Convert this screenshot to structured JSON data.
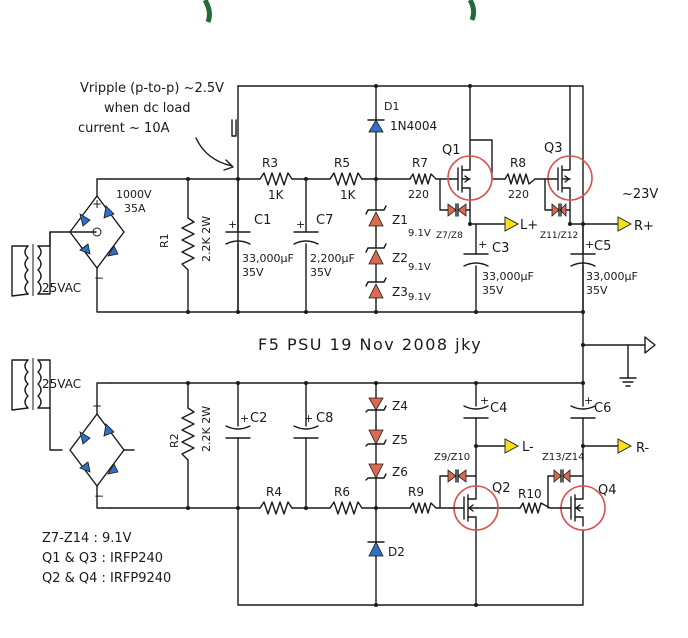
{
  "title": "F5 PSU 19 Nov 2008 jky",
  "annotation": {
    "line1": "Vripple (p-to-p) ~2.5V",
    "line2": "when dc load",
    "line3": "current ~ 10A"
  },
  "output_voltage": "~23V",
  "transformers": {
    "t1": "25VAC",
    "t2": "25VAC"
  },
  "bridge": {
    "rating1": "1000V",
    "rating2": "35A"
  },
  "resistors": {
    "R1": {
      "name": "R1",
      "value": "2.2K 2W"
    },
    "R2": {
      "name": "R2",
      "value": "2.2K 2W"
    },
    "R3": {
      "name": "R3",
      "value": "1K"
    },
    "R4": {
      "name": "R4"
    },
    "R5": {
      "name": "R5",
      "value": "1K"
    },
    "R6": {
      "name": "R6"
    },
    "R7": {
      "name": "R7",
      "value": "220"
    },
    "R8": {
      "name": "R8",
      "value": "220"
    },
    "R9": {
      "name": "R9"
    },
    "R10": {
      "name": "R10"
    }
  },
  "capacitors": {
    "C1": {
      "name": "C1",
      "value": "33,000µF",
      "voltage": "35V"
    },
    "C2": {
      "name": "C2"
    },
    "C3": {
      "name": "C3",
      "value": "33,000µF",
      "voltage": "35V"
    },
    "C4": {
      "name": "C4"
    },
    "C5": {
      "name": "C5",
      "value": "33,000µF",
      "voltage": "35V"
    },
    "C6": {
      "name": "C6"
    },
    "C7": {
      "name": "C7",
      "value": "2,200µF",
      "voltage": "35V"
    },
    "C8": {
      "name": "C8"
    }
  },
  "diodes": {
    "D1": {
      "name": "D1",
      "part": "1N4004"
    },
    "D2": {
      "name": "D2"
    }
  },
  "zeners": {
    "Z1": {
      "name": "Z1",
      "value": "9.1V"
    },
    "Z2": {
      "name": "Z2",
      "value": "9.1V"
    },
    "Z3": {
      "name": "Z3",
      "value": "9.1V"
    },
    "Z4": {
      "name": "Z4"
    },
    "Z5": {
      "name": "Z5"
    },
    "Z6": {
      "name": "Z6"
    },
    "Z7Z8": "Z7/Z8",
    "Z9Z10": "Z9/Z10",
    "Z11Z12": "Z11/Z12",
    "Z13Z14": "Z13/Z14"
  },
  "transistors": {
    "Q1": "Q1",
    "Q2": "Q2",
    "Q3": "Q3",
    "Q4": "Q4"
  },
  "outputs": {
    "Lplus": "L+",
    "Rplus": "R+",
    "Lminus": "L-",
    "Rminus": "R-"
  },
  "notes": [
    "Z7-Z14 : 9.1V",
    "Q1 & Q3 : IRFP240",
    "Q2 & Q4 : IRFP9240"
  ],
  "colors": {
    "ink": "#1a1a1a",
    "zener": "#d96a50",
    "diode": "#2f6fc4",
    "flag": "#f5e21b",
    "highlight": "#d9544f"
  }
}
